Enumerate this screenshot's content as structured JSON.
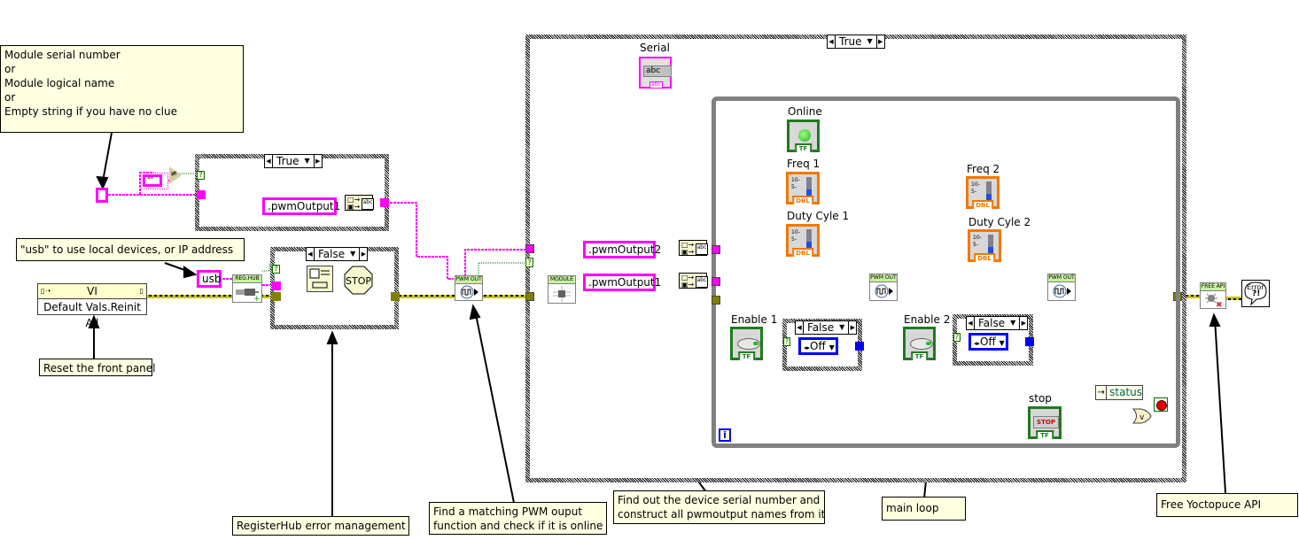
{
  "notes": {
    "module_id": [
      "Module serial number",
      "or",
      "Module  logical name",
      "or",
      "Empty string if you have no clue"
    ],
    "usb_hint": "\"usb\" to use local devices, or IP address",
    "reset_panel": "Reset the front panel",
    "registerhub_error": "RegisterHub error management",
    "find_pwm": [
      "Find a matching PWM ouput",
      "function and check if it is online"
    ],
    "find_serial": [
      "Find out the device serial number  and",
      "construct all pwmoutput names from it"
    ],
    "main_loop": "main loop",
    "free_api": "Free Yoctopuce API"
  },
  "case_structures": {
    "top_left": "True",
    "registerhub": "False",
    "outer": "True",
    "enable1": "False",
    "enable2": "False"
  },
  "constants": {
    "usb": "usb",
    "pwm_output1_a": ".pwmOutput1",
    "pwm_output2": ".pwmOutput2",
    "pwm_output1_b": ".pwmOutput1",
    "empty_string": "\"\"",
    "off1": "Off",
    "off2": "Off"
  },
  "invoke_node": {
    "class": "VI",
    "method": "Default Vals.Reinit All"
  },
  "subvis": {
    "reg_hub": "REG.HUB",
    "pwm_out_1": "PWM OUT",
    "module": "MODULE",
    "pwm_out_2": "PWM OUT",
    "pwm_out_3": "PWM OUT",
    "free_api": "FREE API"
  },
  "terminals": {
    "serial": "Serial",
    "online": "Online",
    "freq1": "Freq 1",
    "duty1": "Duty Cyle 1",
    "freq2": "Freq 2",
    "duty2": "Duty Cyle 2",
    "enable1": "Enable 1",
    "enable2": "Enable 2",
    "stop": "stop",
    "status": "status",
    "error_label": "Error",
    "error_mark": "?!",
    "stop_button_text": "STOP",
    "stop_sign_text": "STOP",
    "string_indicator_text": "abc",
    "tf": "TF",
    "dbl": "DBL",
    "abc_tag": "abc",
    "slider_top": "10",
    "slider_mid": "5",
    "iteration": "i",
    "unbundle_arrow": "→"
  },
  "colors": {
    "string_wire": "#ff00ff",
    "error_wire": "#c8c800",
    "boolean_wire": "#007000",
    "numeric_wire": "#f07800",
    "enum_wire": "#0000ff",
    "note_bg": "#ffffe1",
    "loop_frame": "#808080"
  }
}
